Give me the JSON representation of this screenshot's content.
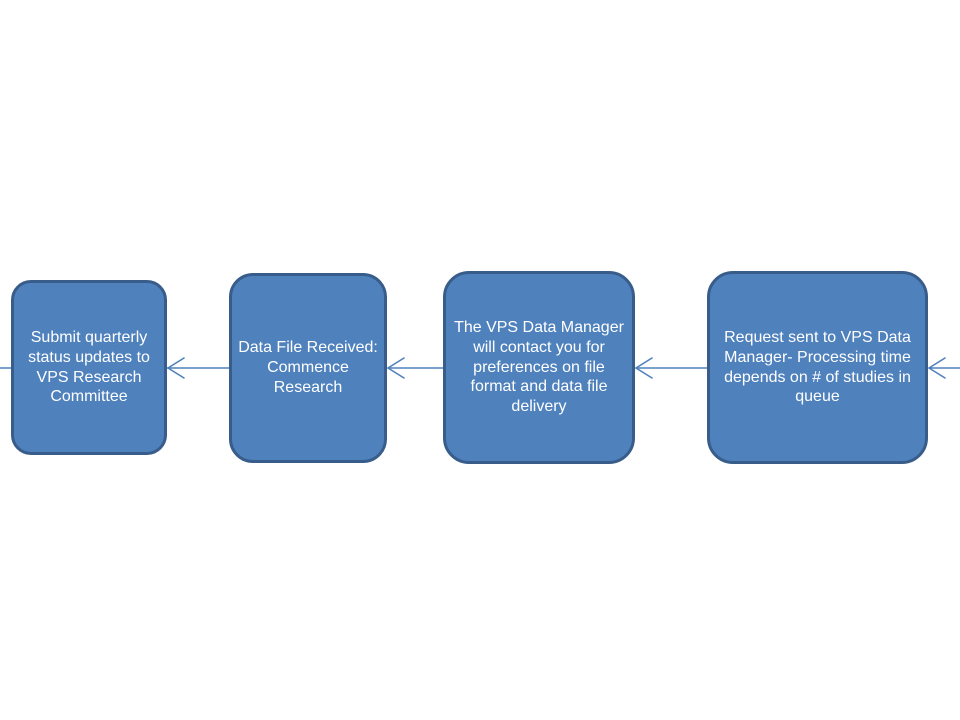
{
  "flowchart": {
    "steps": [
      {
        "id": "step-submit-updates",
        "text": "Submit quarterly status updates  to VPS Research Committee"
      },
      {
        "id": "step-data-received",
        "text": "Data File Received: Commence Research"
      },
      {
        "id": "step-data-manager-contact",
        "text": "The VPS Data Manager will contact you for preferences on file format and data file delivery"
      },
      {
        "id": "step-request-sent",
        "text": "Request sent to VPS Data Manager- Processing time depends on # of studies in queue"
      }
    ],
    "colors": {
      "box_fill": "#4f81bd",
      "box_border": "#385d8a",
      "text": "#ffffff",
      "connector": "#4f81bd"
    }
  }
}
